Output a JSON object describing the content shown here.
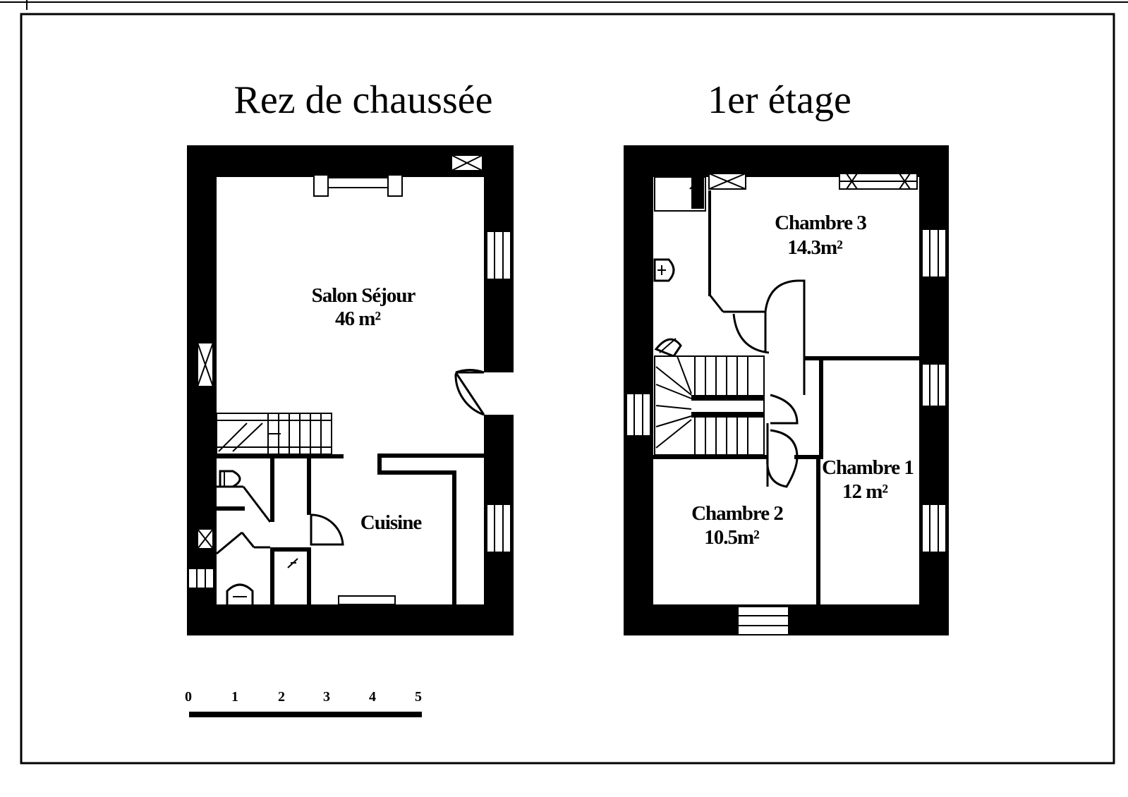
{
  "floors": [
    {
      "title": "Rez de chaussée",
      "rooms": [
        {
          "name": "Salon Séjour",
          "area": "46 m²"
        },
        {
          "name": "Cuisine"
        }
      ]
    },
    {
      "title": "1er étage",
      "rooms": [
        {
          "name": "Chambre 3",
          "area": "14.3m²"
        },
        {
          "name": "Chambre 1",
          "area": "12 m²"
        },
        {
          "name": "Chambre 2",
          "area": "10.5m²"
        }
      ]
    }
  ],
  "scale_bar": {
    "ticks": [
      "0",
      "1",
      "2",
      "3",
      "4",
      "5"
    ]
  }
}
